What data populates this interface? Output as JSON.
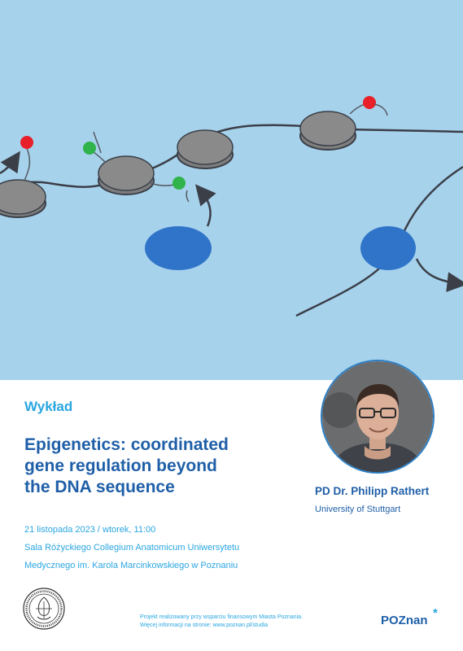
{
  "poster": {
    "label": "Wykład",
    "title_lines": [
      "Epigenetics: coordinated",
      "gene regulation beyond",
      "the DNA sequence"
    ],
    "speaker": {
      "name": "PD Dr. Philipp Rathert",
      "affiliation": "University of Stuttgart"
    },
    "info_lines": [
      "21 listopada 2023 / wtorek, 11:00",
      "Sala Różyckiego Collegium Anatomicum Uniwersytetu",
      "Medycznego im. Karola Marcinkowskiego w Poznaniu"
    ],
    "footnote_lines": [
      "Projekt realizowany przy wsparciu finansowym Miasta Poznania.",
      "Więcej informacji na stronie: www.poznan.pl/studia"
    ],
    "city_logo": {
      "text": "POZnan",
      "star": "*"
    }
  },
  "colors": {
    "hero_background": "#a7d2ec",
    "nucleosome": "#888888",
    "methyl_mark_red": "#e8202a",
    "acetyl_mark_green": "#2fb34a",
    "enzyme_blue": "#2f74c8",
    "title_blue": "#1f5fa8",
    "accent_cyan": "#2aa6e0"
  },
  "icons": {
    "seal": "university-seal-icon",
    "portrait": "speaker-portrait"
  }
}
